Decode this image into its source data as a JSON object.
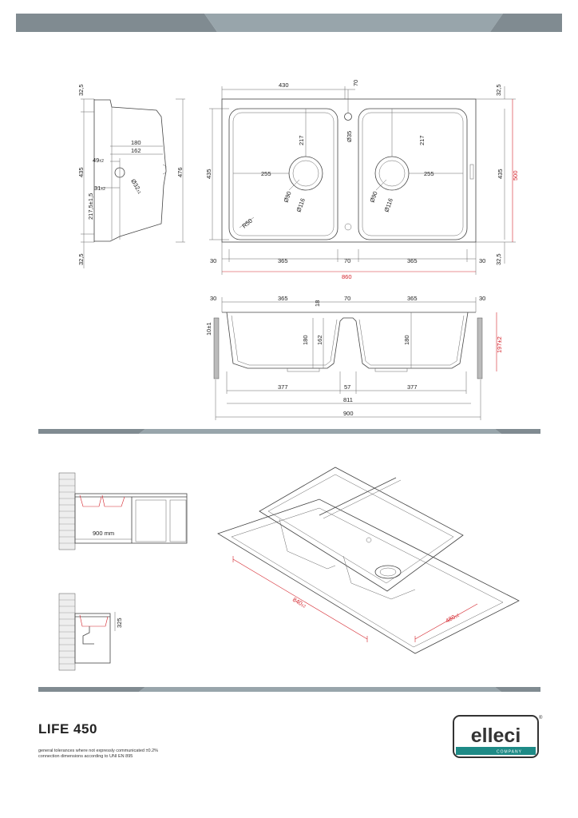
{
  "product": {
    "name": "LIFE 450",
    "notes": [
      "general tolerances where not expressly communicated ±0.2%",
      "connection dimensions according to UNI EN 895"
    ]
  },
  "brand": {
    "name": "elleci",
    "tagline": "COMPANY",
    "registered": "®",
    "accent": "#1e8a86"
  },
  "colors": {
    "band": "#8e9aa0",
    "dimension_red": "#d4232b"
  },
  "dimensions": {
    "side": {
      "top": "32,5",
      "width_180": "180",
      "width_162": "162",
      "offset_49": "49",
      "offset_49_tol": "±2",
      "offset_31": "31",
      "offset_31_tol": "±2",
      "dia_32": "Ø32",
      "dia_32_tol": "±1",
      "h_435": "435",
      "h_217": "217,5",
      "h_217_tol": "±1,5",
      "h_476": "476",
      "bottom": "32,5"
    },
    "plan": {
      "w_430": "430",
      "w_70": "70",
      "top_325": "32,5",
      "d_217_l": "217",
      "d_217_r": "217",
      "d_35": "Ø35",
      "w_255_l": "255",
      "w_255_r": "255",
      "h_435_l": "435",
      "h_435_r": "435",
      "h_500": "500",
      "d_90_l": "Ø90",
      "d_116_l": "Ø116",
      "d_90_r": "Ø90",
      "d_116_r": "Ø116",
      "r_50": "R50",
      "bottom_325": "32,5",
      "b_30_l": "30",
      "b_365_l": "365",
      "b_70": "70",
      "b_365_r": "365",
      "b_30_r": "30",
      "total_860": "860"
    },
    "section": {
      "t_30_l": "30",
      "t_365_l": "365",
      "t_18": "18",
      "t_70": "70",
      "t_365_r": "365",
      "t_30_r": "30",
      "h_10": "10±1",
      "h_180_l": "180",
      "h_162": "162",
      "h_180_r": "180",
      "h_197": "197±2",
      "b_377_l": "377",
      "b_57": "57",
      "b_377_r": "377",
      "w_811": "811",
      "w_900": "900"
    },
    "install": {
      "cabinet": "900 mm",
      "height_325": "325",
      "cut_840": "840",
      "cut_840_tol": "±2",
      "cut_480": "480",
      "cut_480_tol": "±2"
    }
  }
}
